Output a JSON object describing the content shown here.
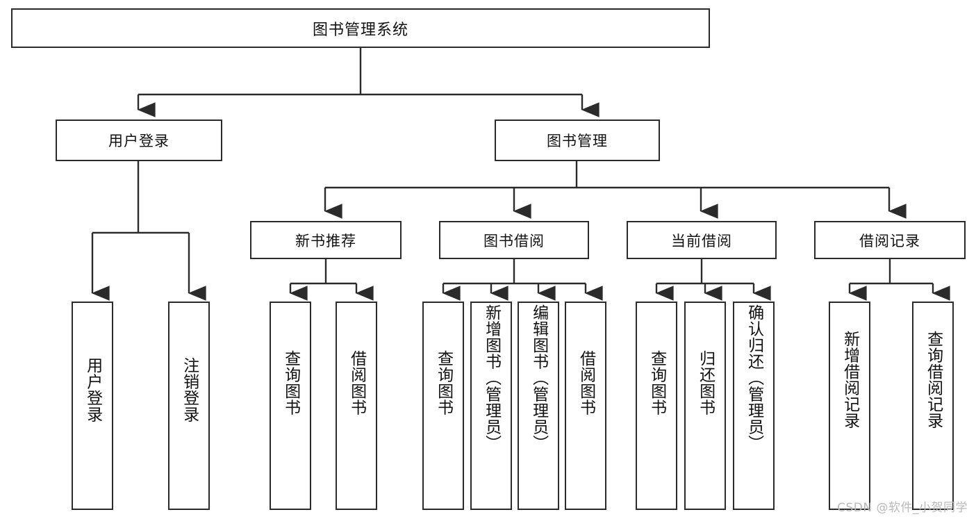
{
  "diagram": {
    "type": "tree",
    "title": "图书管理系统",
    "watermark": "CSDN @软件_小贺同学",
    "colors": {
      "line": "#2b2b2b",
      "box_border": "#2b2b2b",
      "box_fill": "#ffffff",
      "text": "#111111",
      "watermark": "#b9b9b9"
    },
    "root": {
      "label": "图书管理系统"
    },
    "level2": [
      {
        "label": "用户登录"
      },
      {
        "label": "图书管理"
      }
    ],
    "level3": [
      {
        "label": "新书推荐"
      },
      {
        "label": "图书借阅"
      },
      {
        "label": "当前借阅"
      },
      {
        "label": "借阅记录"
      }
    ],
    "leaves": {
      "user_login": [
        {
          "label": "用户登录"
        },
        {
          "label": "注销登录"
        }
      ],
      "new_book_recommend": [
        {
          "label": "查询图书"
        },
        {
          "label": "借阅图书"
        }
      ],
      "book_borrow": [
        {
          "label": "查询图书"
        },
        {
          "label": "新增图书（管理员）"
        },
        {
          "label": "编辑图书（管理员）"
        },
        {
          "label": "借阅图书"
        }
      ],
      "current_borrow": [
        {
          "label": "查询图书"
        },
        {
          "label": "归还图书"
        },
        {
          "label": "确认归还（管理员）"
        }
      ],
      "borrow_record": [
        {
          "label": "新增借阅记录"
        },
        {
          "label": "查询借阅记录"
        }
      ]
    }
  }
}
